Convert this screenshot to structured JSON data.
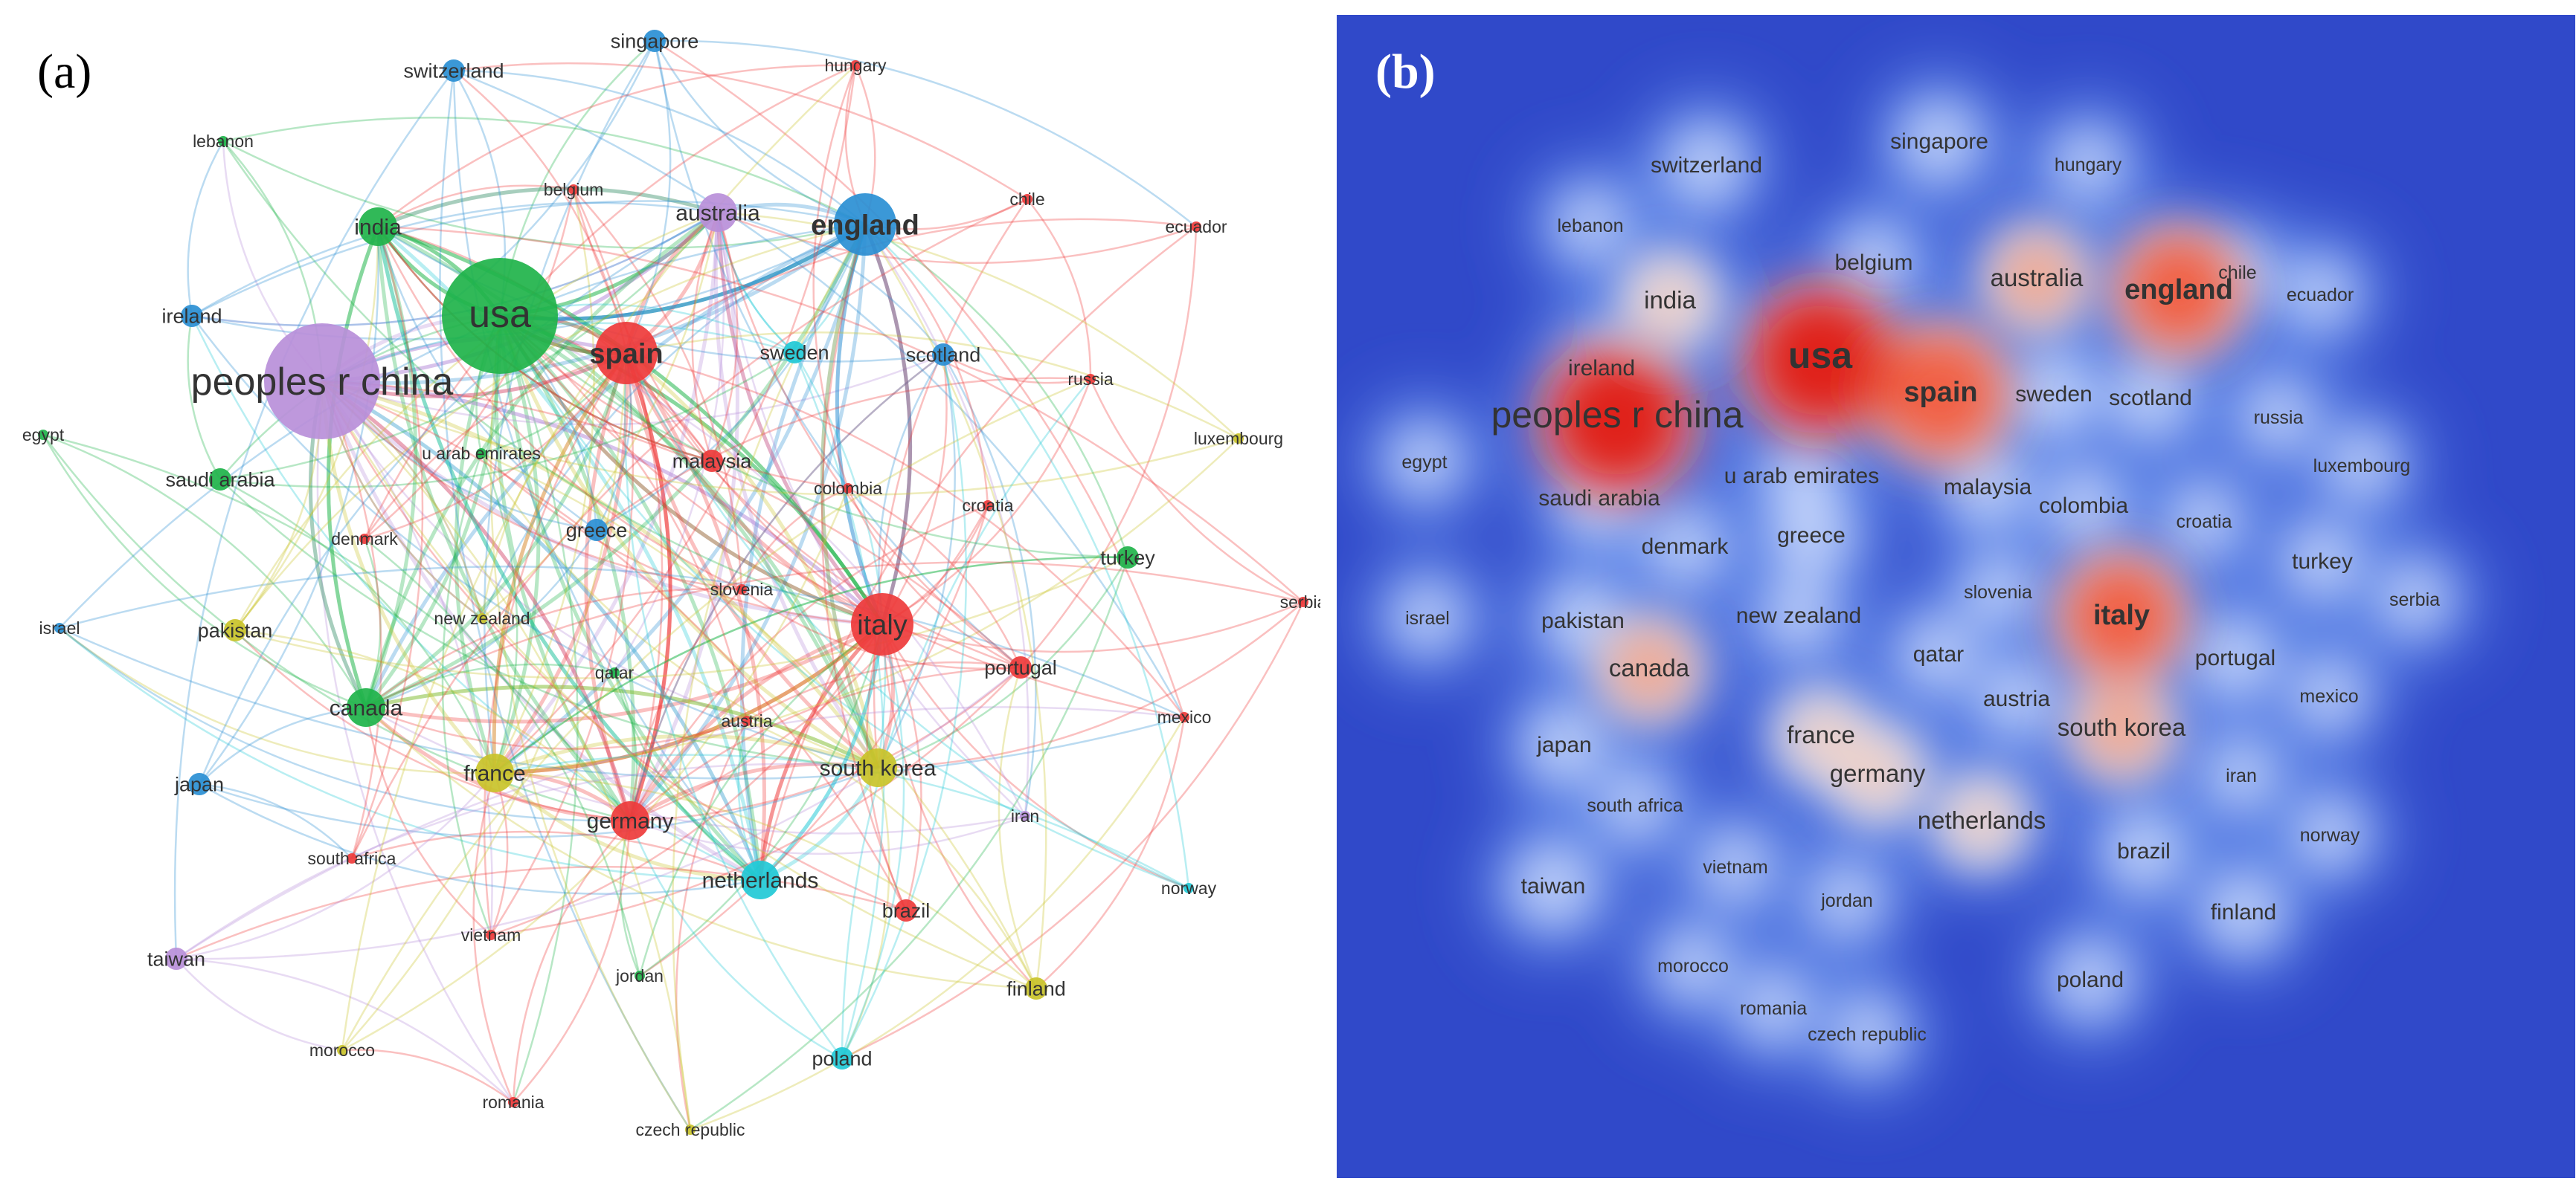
{
  "panel_a": {
    "label": "(a)",
    "nodes": [
      {
        "name": "usa",
        "cluster": "green",
        "size": "xl",
        "bold": false
      },
      {
        "name": "peoples r china",
        "cluster": "purple",
        "size": "xl",
        "bold": false
      },
      {
        "name": "spain",
        "cluster": "red",
        "size": "lg",
        "bold": true
      },
      {
        "name": "england",
        "cluster": "blue",
        "size": "lg",
        "bold": true
      },
      {
        "name": "italy",
        "cluster": "red",
        "size": "lg",
        "bold": false
      },
      {
        "name": "australia",
        "cluster": "purple",
        "size": "md",
        "bold": false
      },
      {
        "name": "india",
        "cluster": "green",
        "size": "md",
        "bold": false
      },
      {
        "name": "canada",
        "cluster": "green",
        "size": "md",
        "bold": false
      },
      {
        "name": "south korea",
        "cluster": "yellow",
        "size": "md",
        "bold": false
      },
      {
        "name": "germany",
        "cluster": "red",
        "size": "md",
        "bold": false
      },
      {
        "name": "netherlands",
        "cluster": "cyan",
        "size": "md",
        "bold": false
      },
      {
        "name": "france",
        "cluster": "yellow",
        "size": "md",
        "bold": false
      },
      {
        "name": "greece",
        "cluster": "blue",
        "size": "sm",
        "bold": false
      },
      {
        "name": "sweden",
        "cluster": "cyan",
        "size": "sm",
        "bold": false
      },
      {
        "name": "switzerland",
        "cluster": "blue",
        "size": "sm",
        "bold": false
      },
      {
        "name": "singapore",
        "cluster": "blue",
        "size": "sm",
        "bold": false
      },
      {
        "name": "hungary",
        "cluster": "red",
        "size": "xs",
        "bold": false
      },
      {
        "name": "lebanon",
        "cluster": "green",
        "size": "xs",
        "bold": false
      },
      {
        "name": "belgium",
        "cluster": "red",
        "size": "xs",
        "bold": false
      },
      {
        "name": "chile",
        "cluster": "red",
        "size": "xs",
        "bold": false
      },
      {
        "name": "ecuador",
        "cluster": "red",
        "size": "xs",
        "bold": false
      },
      {
        "name": "ireland",
        "cluster": "blue",
        "size": "sm",
        "bold": false
      },
      {
        "name": "scotland",
        "cluster": "blue",
        "size": "sm",
        "bold": false
      },
      {
        "name": "russia",
        "cluster": "red",
        "size": "xs",
        "bold": false
      },
      {
        "name": "egypt",
        "cluster": "green",
        "size": "xs",
        "bold": false
      },
      {
        "name": "luxembourg",
        "cluster": "yellow",
        "size": "xs",
        "bold": false
      },
      {
        "name": "saudi arabia",
        "cluster": "green",
        "size": "sm",
        "bold": false
      },
      {
        "name": "u arab emirates",
        "cluster": "green",
        "size": "xs",
        "bold": false
      },
      {
        "name": "malaysia",
        "cluster": "red",
        "size": "sm",
        "bold": false
      },
      {
        "name": "colombia",
        "cluster": "red",
        "size": "xs",
        "bold": false
      },
      {
        "name": "croatia",
        "cluster": "red",
        "size": "xs",
        "bold": false
      },
      {
        "name": "denmark",
        "cluster": "red",
        "size": "xs",
        "bold": false
      },
      {
        "name": "turkey",
        "cluster": "green",
        "size": "sm",
        "bold": false
      },
      {
        "name": "israel",
        "cluster": "blue",
        "size": "xs",
        "bold": false
      },
      {
        "name": "pakistan",
        "cluster": "yellow",
        "size": "sm",
        "bold": false
      },
      {
        "name": "new zealand",
        "cluster": "yellow",
        "size": "xs",
        "bold": false
      },
      {
        "name": "slovenia",
        "cluster": "red",
        "size": "xs",
        "bold": false
      },
      {
        "name": "serbia",
        "cluster": "red",
        "size": "xs",
        "bold": false
      },
      {
        "name": "portugal",
        "cluster": "red",
        "size": "sm",
        "bold": false
      },
      {
        "name": "qatar",
        "cluster": "green",
        "size": "xs",
        "bold": false
      },
      {
        "name": "austria",
        "cluster": "red",
        "size": "xs",
        "bold": false
      },
      {
        "name": "mexico",
        "cluster": "red",
        "size": "xs",
        "bold": false
      },
      {
        "name": "japan",
        "cluster": "blue",
        "size": "sm",
        "bold": false
      },
      {
        "name": "iran",
        "cluster": "purple",
        "size": "xs",
        "bold": false
      },
      {
        "name": "south africa",
        "cluster": "red",
        "size": "xs",
        "bold": false
      },
      {
        "name": "norway",
        "cluster": "cyan",
        "size": "xs",
        "bold": false
      },
      {
        "name": "brazil",
        "cluster": "red",
        "size": "sm",
        "bold": false
      },
      {
        "name": "vietnam",
        "cluster": "red",
        "size": "xs",
        "bold": false
      },
      {
        "name": "taiwan",
        "cluster": "purple",
        "size": "sm",
        "bold": false
      },
      {
        "name": "jordan",
        "cluster": "green",
        "size": "xs",
        "bold": false
      },
      {
        "name": "finland",
        "cluster": "yellow",
        "size": "sm",
        "bold": false
      },
      {
        "name": "morocco",
        "cluster": "yellow",
        "size": "xs",
        "bold": false
      },
      {
        "name": "poland",
        "cluster": "cyan",
        "size": "sm",
        "bold": false
      },
      {
        "name": "romania",
        "cluster": "red",
        "size": "xs",
        "bold": false
      },
      {
        "name": "czech republic",
        "cluster": "yellow",
        "size": "xs",
        "bold": false
      }
    ]
  },
  "panel_b": {
    "label": "(b)",
    "nodes": [
      {
        "name": "usa",
        "density": 1.0
      },
      {
        "name": "peoples r china",
        "density": 1.0
      },
      {
        "name": "spain",
        "density": 0.85
      },
      {
        "name": "england",
        "density": 0.75
      },
      {
        "name": "italy",
        "density": 0.75
      },
      {
        "name": "australia",
        "density": 0.45
      },
      {
        "name": "india",
        "density": 0.35
      },
      {
        "name": "canada",
        "density": 0.45
      },
      {
        "name": "south korea",
        "density": 0.45
      },
      {
        "name": "germany",
        "density": 0.35
      },
      {
        "name": "netherlands",
        "density": 0.3
      },
      {
        "name": "france",
        "density": 0.3
      },
      {
        "name": "greece",
        "density": 0.25
      },
      {
        "name": "sweden",
        "density": 0.25
      },
      {
        "name": "switzerland",
        "density": 0.2
      },
      {
        "name": "singapore",
        "density": 0.2
      },
      {
        "name": "hungary",
        "density": 0.1
      },
      {
        "name": "lebanon",
        "density": 0.1
      },
      {
        "name": "belgium",
        "density": 0.15
      },
      {
        "name": "chile",
        "density": 0.1
      },
      {
        "name": "ecuador",
        "density": 0.1
      },
      {
        "name": "ireland",
        "density": 0.2
      },
      {
        "name": "scotland",
        "density": 0.2
      },
      {
        "name": "russia",
        "density": 0.1
      },
      {
        "name": "egypt",
        "density": 0.1
      },
      {
        "name": "luxembourg",
        "density": 0.1
      },
      {
        "name": "saudi arabia",
        "density": 0.25
      },
      {
        "name": "u arab emirates",
        "density": 0.15
      },
      {
        "name": "malaysia",
        "density": 0.2
      },
      {
        "name": "colombia",
        "density": 0.15
      },
      {
        "name": "croatia",
        "density": 0.1
      },
      {
        "name": "denmark",
        "density": 0.15
      },
      {
        "name": "turkey",
        "density": 0.15
      },
      {
        "name": "israel",
        "density": 0.1
      },
      {
        "name": "pakistan",
        "density": 0.2
      },
      {
        "name": "new zealand",
        "density": 0.15
      },
      {
        "name": "slovenia",
        "density": 0.1
      },
      {
        "name": "serbia",
        "density": 0.1
      },
      {
        "name": "portugal",
        "density": 0.2
      },
      {
        "name": "qatar",
        "density": 0.15
      },
      {
        "name": "austria",
        "density": 0.15
      },
      {
        "name": "mexico",
        "density": 0.1
      },
      {
        "name": "japan",
        "density": 0.2
      },
      {
        "name": "iran",
        "density": 0.1
      },
      {
        "name": "south africa",
        "density": 0.1
      },
      {
        "name": "norway",
        "density": 0.1
      },
      {
        "name": "brazil",
        "density": 0.2
      },
      {
        "name": "vietnam",
        "density": 0.1
      },
      {
        "name": "taiwan",
        "density": 0.25
      },
      {
        "name": "jordan",
        "density": 0.1
      },
      {
        "name": "finland",
        "density": 0.2
      },
      {
        "name": "morocco",
        "density": 0.1
      },
      {
        "name": "poland",
        "density": 0.15
      },
      {
        "name": "romania",
        "density": 0.1
      },
      {
        "name": "czech republic",
        "density": 0.1
      }
    ]
  },
  "colors": {
    "green": "#1fb34a",
    "purple": "#b98fd9",
    "red": "#ee3b3b",
    "blue": "#2a8fd4",
    "yellow": "#c9c32a",
    "cyan": "#21c9d6",
    "density_bg": "#3049c9"
  }
}
